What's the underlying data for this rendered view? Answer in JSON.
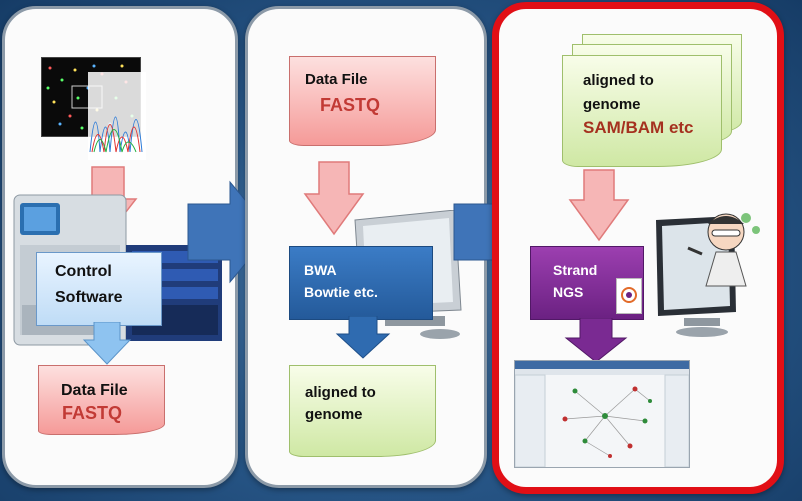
{
  "panel1": {
    "control_line1": "Control",
    "control_line2": "Software",
    "doc_title": "Data File",
    "doc_sub": "FASTQ"
  },
  "panel2": {
    "doc_title": "Data File",
    "doc_sub": "FASTQ",
    "aligner_line1": "BWA",
    "aligner_line2": "Bowtie etc.",
    "out_line1": "aligned to",
    "out_line2": "genome"
  },
  "panel3": {
    "in_line1": "aligned to",
    "in_line2": "genome",
    "in_sub": "SAM/BAM etc",
    "tool_line1": "Strand",
    "tool_line2": "NGS"
  },
  "colors": {
    "highlight_border": "#e10f16",
    "down_arrow_fill": "#f6b6b6",
    "flow_arrow": "#3f74b8",
    "tool_purple": "#7a2a92",
    "aligner_blue": "#2f6bb0"
  }
}
